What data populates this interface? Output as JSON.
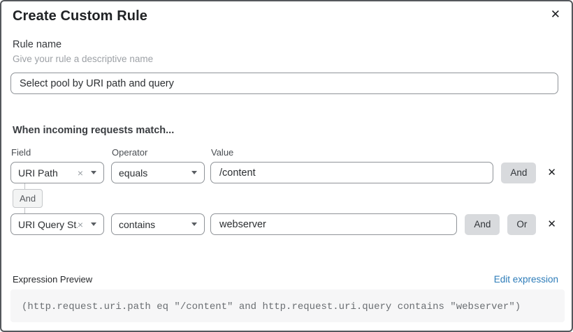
{
  "modal": {
    "title": "Create Custom Rule"
  },
  "icons": {
    "close": "✕",
    "clear": "×",
    "remove": "✕"
  },
  "rule_name": {
    "label": "Rule name",
    "hint": "Give your rule a descriptive name",
    "value": "Select pool by URI path and query"
  },
  "match": {
    "heading": "When incoming requests match...",
    "column_labels": {
      "field": "Field",
      "operator": "Operator",
      "value": "Value"
    },
    "connector_label": "And",
    "rows": [
      {
        "field": "URI Path",
        "operator": "equals",
        "value": "/content",
        "and_label": "And"
      },
      {
        "field": "URI Query St...",
        "operator": "contains",
        "value": "webserver",
        "and_label": "And",
        "or_label": "Or"
      }
    ]
  },
  "expression": {
    "label": "Expression Preview",
    "edit_link": "Edit expression",
    "preview": "(http.request.uri.path eq \"/content\" and http.request.uri.query contains \"webserver\")"
  },
  "colors": {
    "modal_border": "#55585c",
    "input_border": "#8f9398",
    "button_bg": "#d8dadd",
    "link_blue": "#2d7cb9",
    "expr_bg": "#f6f6f7"
  }
}
